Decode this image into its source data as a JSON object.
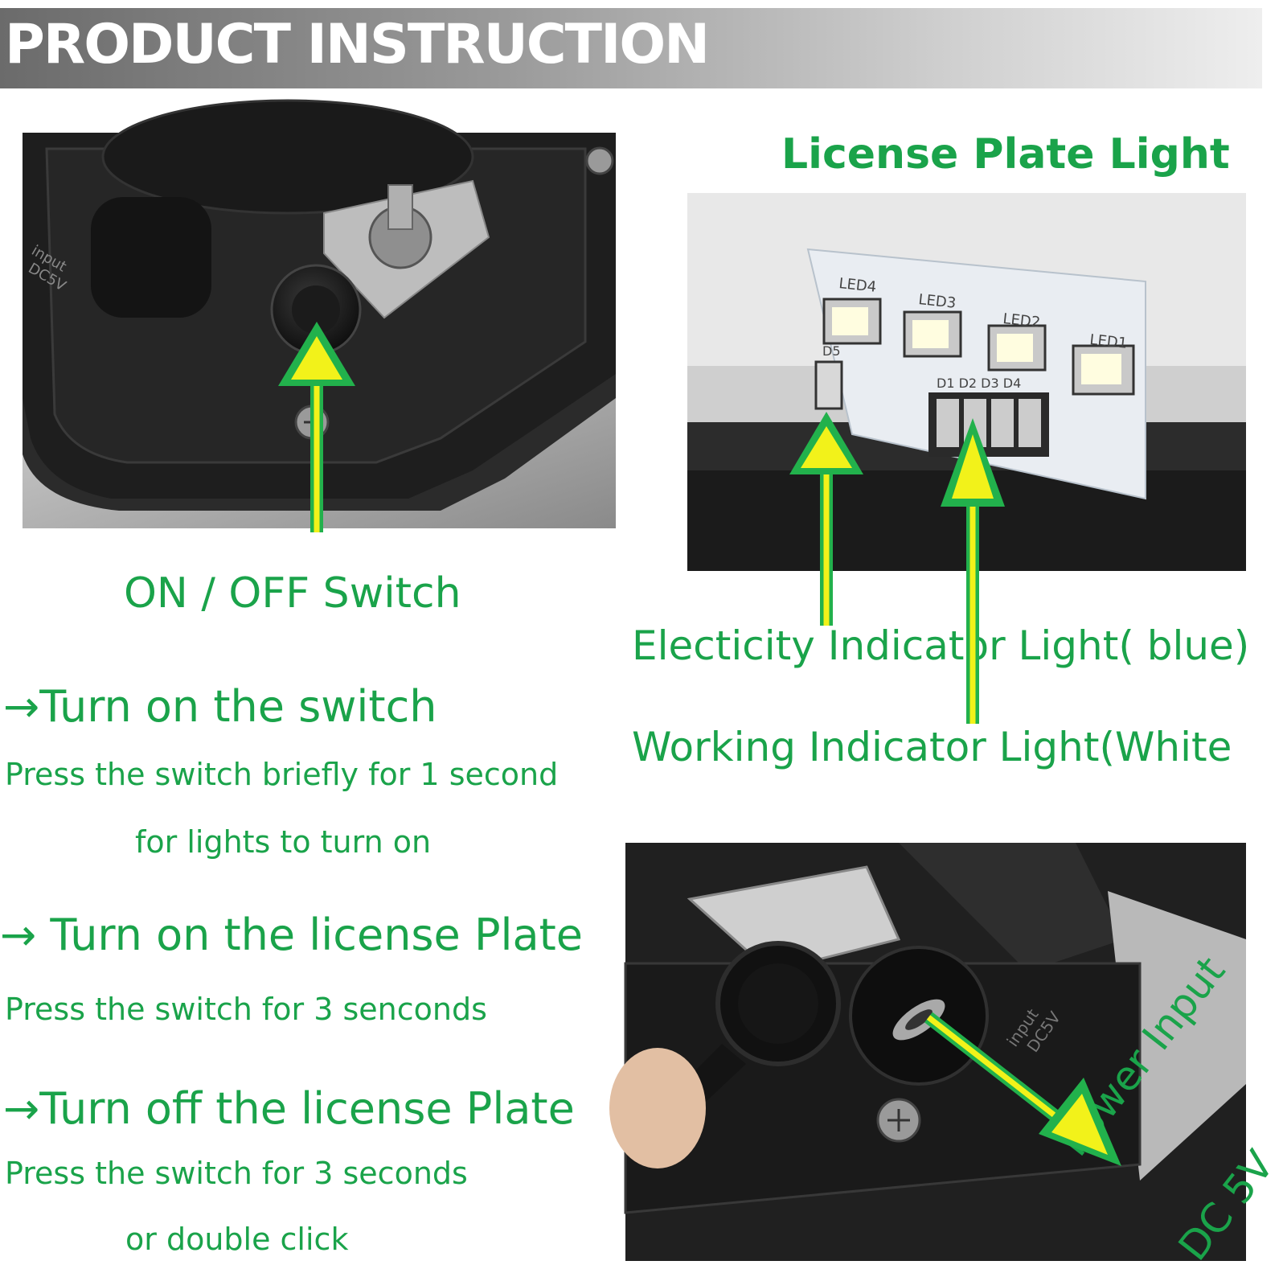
{
  "header": {
    "title": "PRODUCT INSTRUCTION"
  },
  "switch_section": {
    "label": "ON / OFF Switch",
    "steps": [
      {
        "title": "→Turn on the switch",
        "desc1": "Press the switch briefly for 1 second",
        "desc2": "for lights to turn on"
      },
      {
        "title": "→ Turn on the license Plate",
        "desc1": "Press the switch for 3 senconds",
        "desc2": ""
      },
      {
        "title": "→Turn off the license Plate",
        "desc1": "Press the switch for 3 seconds",
        "desc2": "or double click"
      }
    ]
  },
  "plate_section": {
    "title": "License Plate Light",
    "indicator_electricity": "Electicity Indicator Light( blue)",
    "indicator_working": "Working Indicator Light(White",
    "pcb_labels": {
      "led4": "LED4",
      "led3": "LED3",
      "led2": "LED2",
      "led1": "LED1",
      "d5": "D5",
      "d_row": "D1 D2 D3 D4"
    }
  },
  "power_section": {
    "line1": "Power Input",
    "line2": "DC 5V",
    "port_label_1": "input",
    "port_label_2": "DC5V"
  },
  "switch_photo_label": {
    "line1": "input",
    "line2": "DC5V"
  },
  "colors": {
    "accent_green": "#1aa34a",
    "arrow_yellow": "#f2f21a",
    "arrow_green": "#22b14c"
  }
}
